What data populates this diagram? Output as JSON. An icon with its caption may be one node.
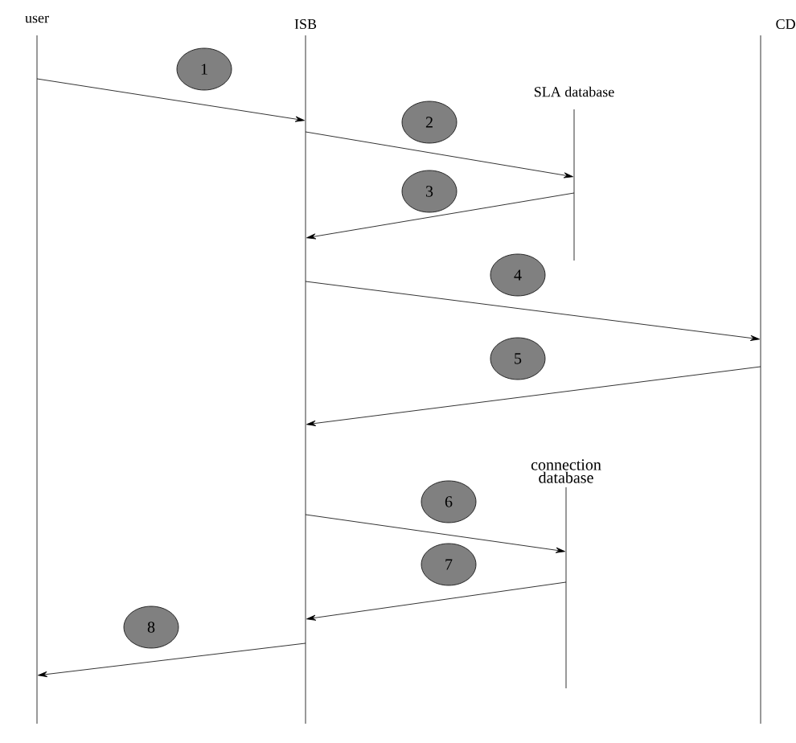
{
  "diagram": {
    "nodes": [
      {
        "text": [
          "user"
        ]
      },
      {
        "text": [
          "ISB"
        ]
      },
      {
        "text": [
          "CD"
        ]
      },
      {
        "text": [
          "SLA database"
        ]
      },
      {
        "text": [
          "connection database"
        ]
      }
    ],
    "edges": [
      {
        "from": 0,
        "to": 1,
        "arrow": "to",
        "label": "1"
      },
      {
        "from": 1,
        "to": 3,
        "arrow": "to",
        "label": "2"
      },
      {
        "from": 3,
        "to": 1,
        "arrow": "to",
        "label": "3"
      },
      {
        "from": 1,
        "to": 2,
        "arrow": "to",
        "label": "4"
      },
      {
        "from": 2,
        "to": 1,
        "arrow": "to",
        "label": "5"
      },
      {
        "from": 1,
        "to": 4,
        "arrow": "to",
        "label": "6"
      },
      {
        "from": 4,
        "to": 1,
        "arrow": "to",
        "label": "7"
      },
      {
        "from": 1,
        "to": 0,
        "arrow": "to",
        "label": "8"
      }
    ]
  }
}
